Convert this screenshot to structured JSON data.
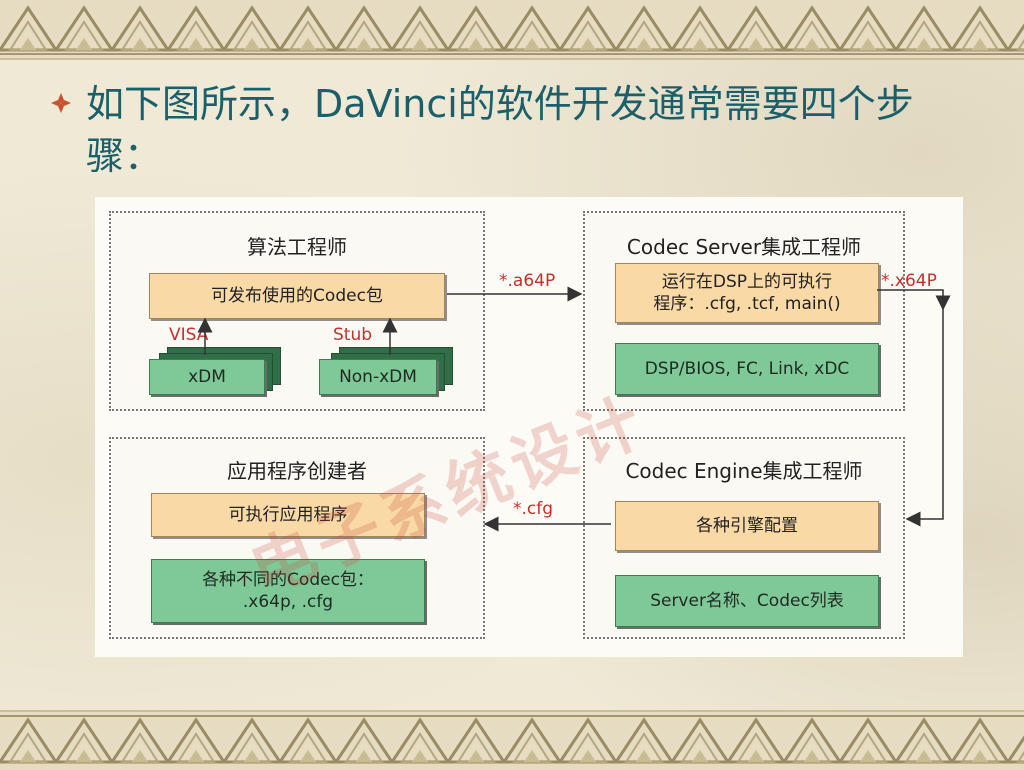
{
  "slide": {
    "title": "如下图所示，DaVinci的软件开发通常需要四个步骤："
  },
  "diagram": {
    "sections": {
      "algo": {
        "title": "算法工程师",
        "codec_box": "可发布使用的Codec包",
        "label_visa": "VISA",
        "label_stub": "Stub",
        "xdm": "xDM",
        "nonxdm": "Non-xDM"
      },
      "server": {
        "title": "Codec Server集成工程师",
        "exec_line1": "运行在DSP上的可执行",
        "exec_line2": "程序：.cfg, .tcf, main()",
        "bios": "DSP/BIOS, FC, Link, xDC"
      },
      "app": {
        "title": "应用程序创建者",
        "exec": "可执行应用程序",
        "pkg_line1": "各种不同的Codec包：",
        "pkg_line2": ".x64p, .cfg"
      },
      "engine": {
        "title": "Codec Engine集成工程师",
        "config": "各种引擎配置",
        "list": "Server名称、Codec列表"
      }
    },
    "arrow_labels": {
      "a64p": "*.a64P",
      "x64p": "*.x64P",
      "cfg": "*.cfg"
    },
    "watermark": "电子系统设计"
  },
  "colors": {
    "title_text": "#1a5f6a",
    "orange_box": "#f9d9a5",
    "green_box": "#7fc897",
    "red_label": "#c4302b",
    "bullet": "#c8502e"
  }
}
